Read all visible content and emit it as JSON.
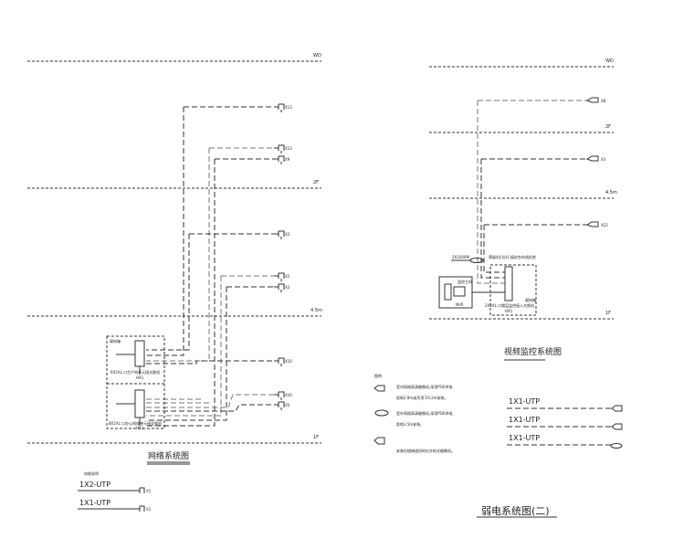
{
  "left_diagram": {
    "title": "网络系统图",
    "floors": [
      {
        "label": "WD"
      },
      {
        "label": "2F"
      },
      {
        "label": "4.5m"
      },
      {
        "label": "1F"
      }
    ],
    "outlets": [
      {
        "label": "X13",
        "symbol": "TO"
      },
      {
        "label": "X13",
        "symbol": "TO"
      },
      {
        "label": "X9",
        "symbol": "AP"
      },
      {
        "label": "X2",
        "symbol": "TO"
      },
      {
        "label": "X2",
        "symbol": "TO"
      },
      {
        "label": "X2",
        "symbol": "AP"
      },
      {
        "label": "X10",
        "symbol": "TO"
      },
      {
        "label": "X10",
        "symbol": "TO"
      },
      {
        "label": "X5",
        "symbol": "AP"
      }
    ],
    "cabinet": {
      "label": "弱电箱",
      "switch1": {
        "label": "6X2XL 口生产网单元接交换机",
        "tag": "HX1"
      },
      "switch2": {
        "label": "8X2XL 口办公网络单元接交换机",
        "tag": "HX1"
      }
    },
    "legend": {
      "title": "电缆说明",
      "rows": [
        {
          "cable": "1X2-UTP",
          "symbol": "TO",
          "label": "X1"
        },
        {
          "cable": "1X1-UTP",
          "symbol": "AP",
          "label": "X1"
        }
      ]
    }
  },
  "right_diagram": {
    "title": "视频监控系统图",
    "floors": [
      {
        "label": "WD"
      },
      {
        "label": "2F"
      },
      {
        "label": "4.5m"
      },
      {
        "label": "1F"
      }
    ],
    "cameras": [
      {
        "label": "X8"
      },
      {
        "label": "X3"
      },
      {
        "label": "X22"
      }
    ],
    "uplink_label": "2X1000M",
    "uplink_note": "预留4芯光纤,接综合布线机房",
    "nvr": {
      "label": "监控主机",
      "sub_label": "NVR"
    },
    "switch": {
      "label": "2X2XL 口楼层监控接入交换机",
      "tag": "HX1",
      "cabinet_label": "弱电箱"
    }
  },
  "legend": {
    "title": "图例",
    "items": [
      {
        "symbol": "bullet-camera",
        "text1": "室内网络高清摄像机,采用POE供电,",
        "text2": "距地2.8m或吊顶下0.2m安装。"
      },
      {
        "symbol": "dome-camera",
        "text1": "室外网络高清摄像机,采用POE供电,",
        "text2": "距地3.5m安装。"
      },
      {
        "symbol": "outlet-camera",
        "text1": "安装在楼梯道间的红外枪式摄像机。",
        "text2": ""
      }
    ],
    "cable_rows": [
      {
        "cable": "1X1-UTP"
      },
      {
        "cable": "1X1-UTP"
      },
      {
        "cable": "1X1-UTP"
      }
    ]
  },
  "sheet_title": "弱电系统图(二)"
}
